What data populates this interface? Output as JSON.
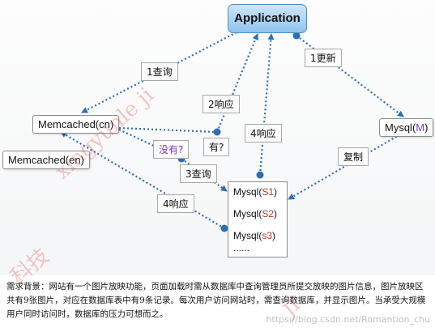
{
  "nodes": {
    "application": "Application",
    "memcached_cn": "Memcached(cn)",
    "memcached_en": "Memcached(en)",
    "mysql_master_prefix": "Mysql(",
    "mysql_master_sub": "M",
    "mysql_master_suffix": ")"
  },
  "slaves": {
    "rows": [
      {
        "prefix": "Mysql(",
        "sub": "S1",
        "suffix": ")"
      },
      {
        "prefix": "Mysql(",
        "sub": "S2",
        "suffix": ")"
      },
      {
        "prefix": "Mysql(",
        "sub": "s3",
        "suffix": ")"
      }
    ],
    "more": "......"
  },
  "edge_labels": {
    "query1": "1查询",
    "update1": "1更新",
    "response2": "2响应",
    "response4_top": "4响应",
    "have": "有?",
    "none": "没有?",
    "query3": "3查询",
    "response4_bottom": "4响应",
    "replicate": "复制"
  },
  "caption": "需求背景：网站有一个图片放映功能，页面加载时需从数据库中查询管理员所提交放映的图片信息，图片放映区共有9张图片，对应在数据库表中有9条记录。每次用户访问网站时，需查询数据库，并显示图片。当承受大规模用户同时访问时，数据库的压力可想而之。",
  "watermarks": {
    "text1": "xingyunle ji",
    "text2": "科技",
    "text3": "ji",
    "url": "https://blog.csdn.net/Romantion_chu"
  },
  "colors": {
    "arrow": "#2f6db3",
    "app_fill": "#9fcbf0",
    "slave_sub": "#c0392b",
    "watermark": "#d63c3c"
  }
}
